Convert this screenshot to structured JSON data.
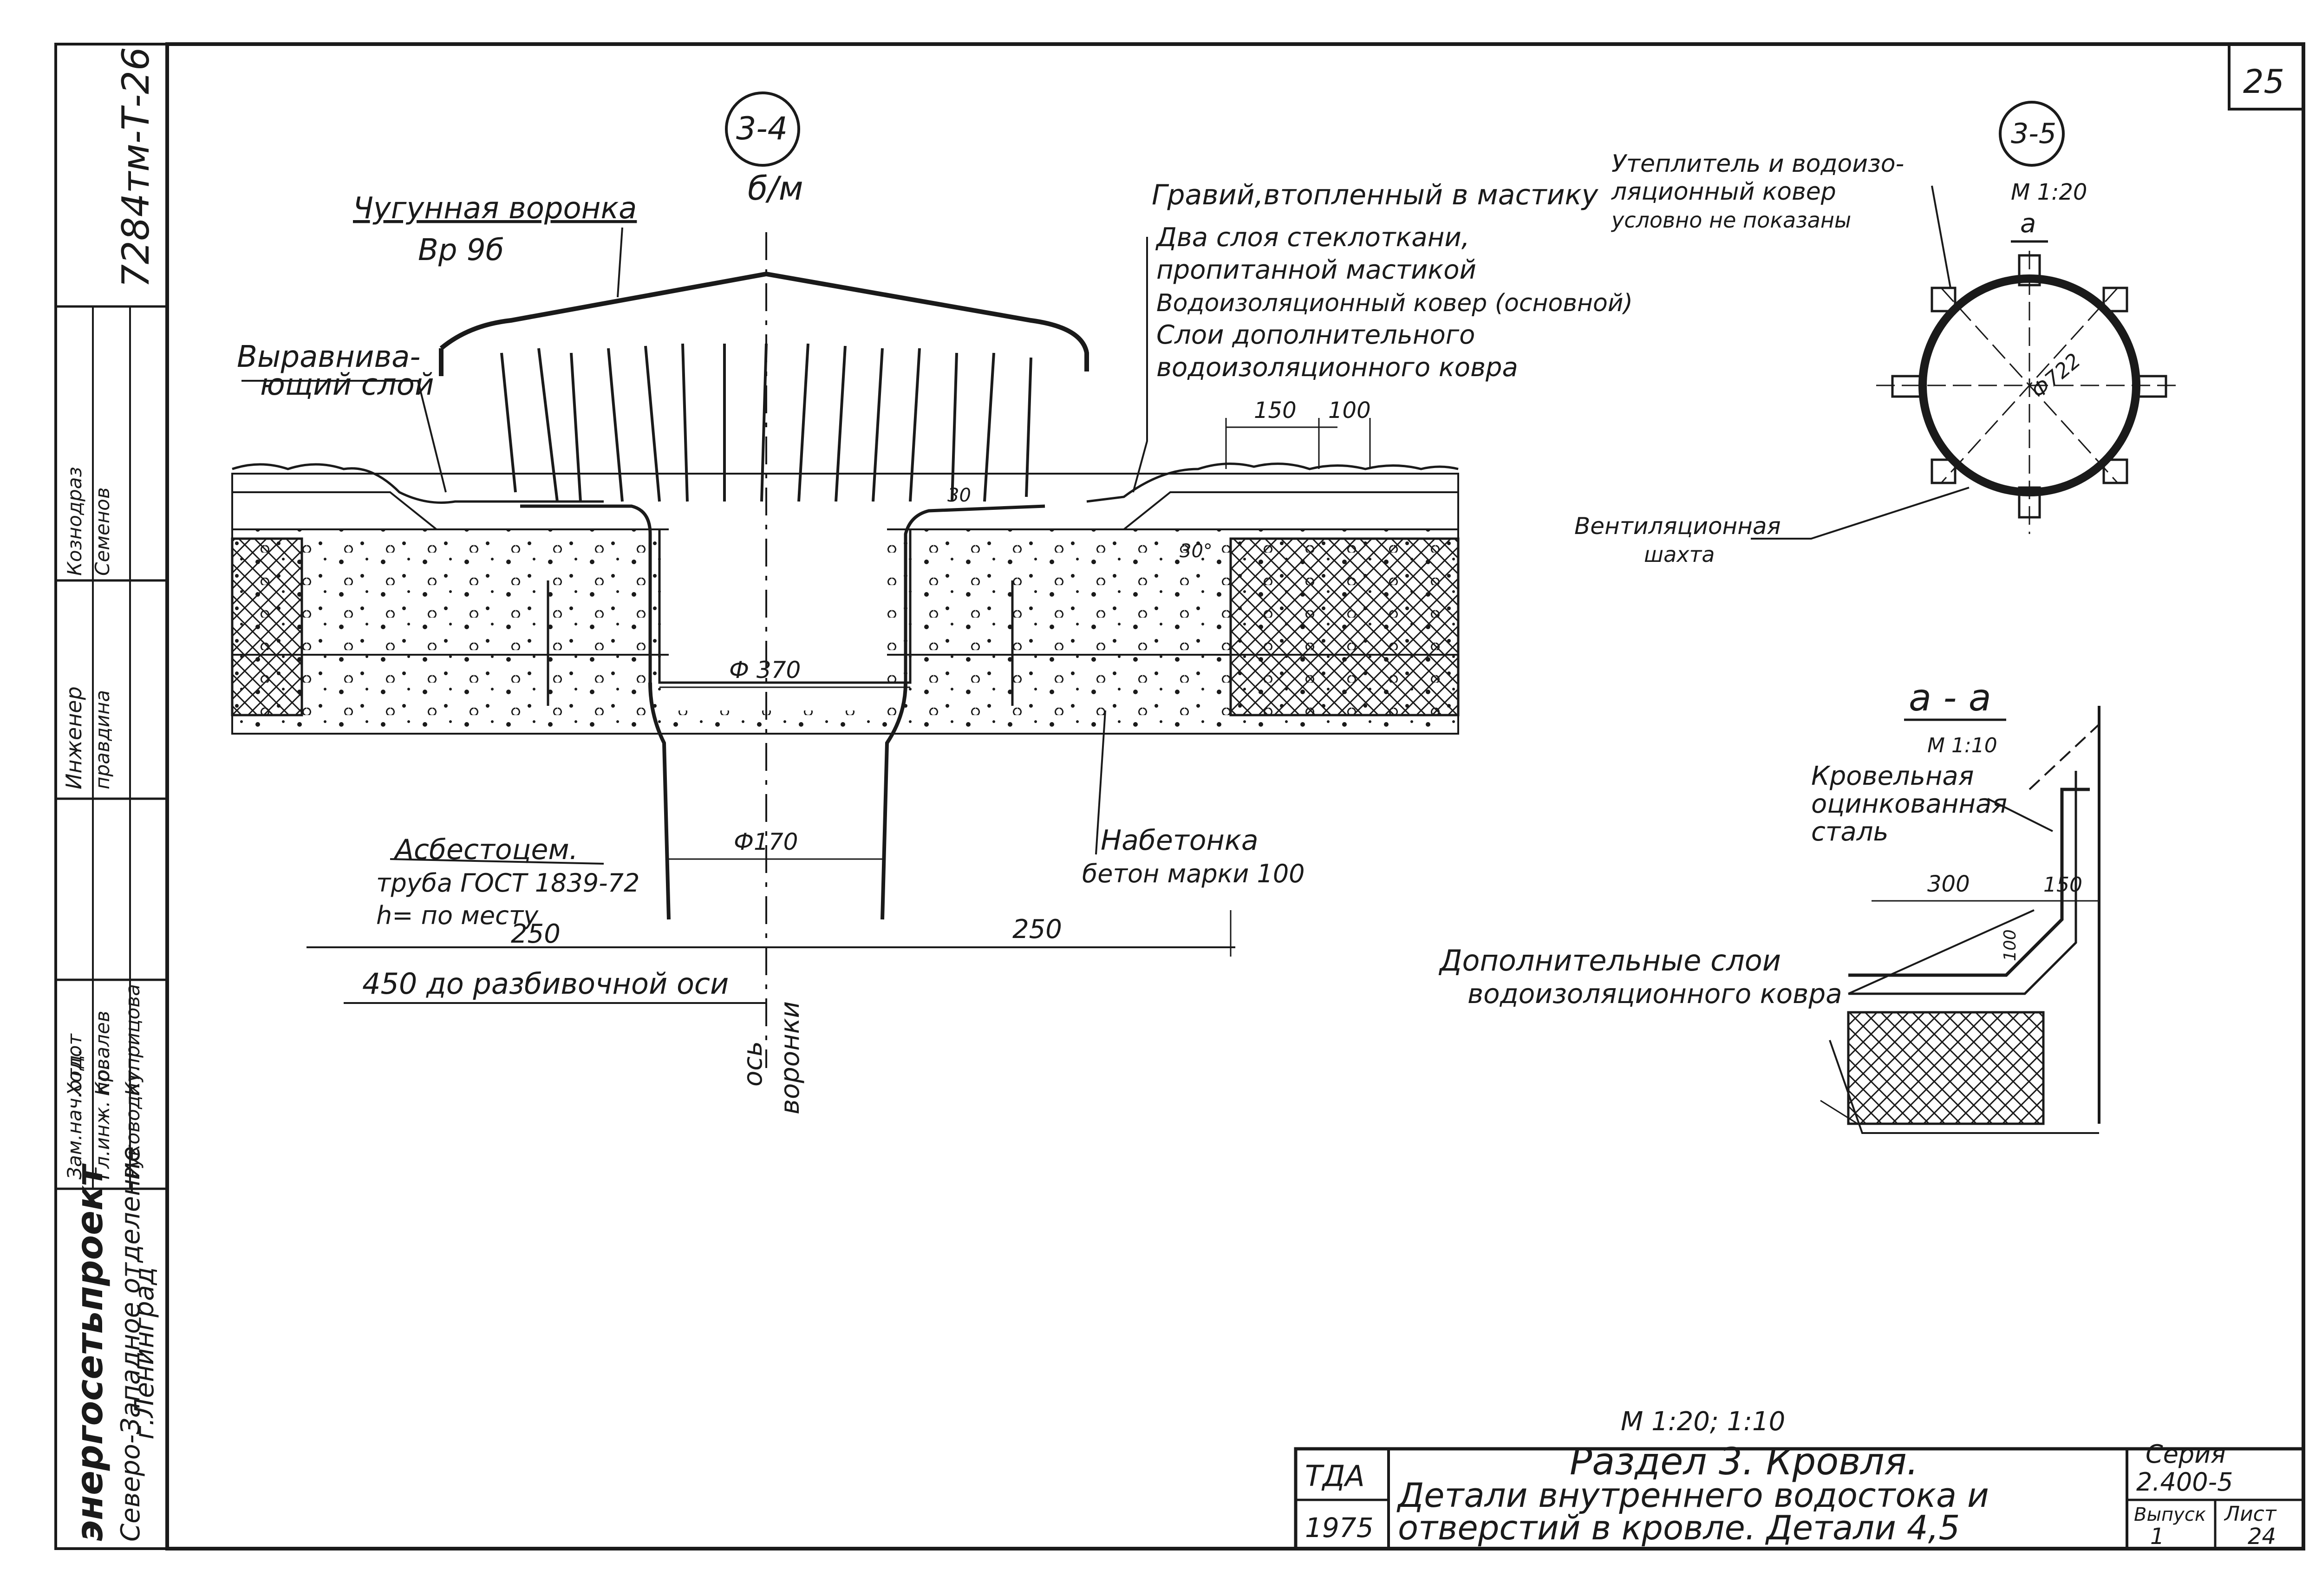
{
  "sheet_number": "25",
  "stamp_vertical": {
    "doc_code": "7284тм-Т-26",
    "org_name": "энергосетьпроект",
    "org_branch": "Северо-Западное отделение",
    "org_city": "г.Ленинград",
    "roles": [
      "Инженер",
      "Зам.нач.отд.",
      "Гл.инж. пр.",
      "Руководит."
    ],
    "names": [
      "правдина",
      "Ходот",
      "Ковалев",
      "Куприцова"
    ],
    "extra": [
      "Кознодраз",
      "Семенов"
    ]
  },
  "detail_3_4": {
    "tag": "3-4",
    "scale": "б/м",
    "funnel_label": "Чугунная воронка",
    "funnel_model": "Вр 9б",
    "leveling_label": "Выравнива-\nющий слой",
    "gravel_label": "Гравий,втопленный в мастику",
    "layers": [
      "Два слоя стеклоткани,",
      "пропитанной мастикой",
      "Водоизоляционный ковер (основной)",
      "Слои дополнительного",
      "водоизоляционного ковра"
    ],
    "dim_150": "150",
    "dim_100": "100",
    "dim_30": "30",
    "dim_30deg": "30°",
    "dia_370": "Ф 370",
    "dia_170": "Ф170",
    "pipe_label_1": "Асбестоцем.",
    "pipe_label_2": "труба ГОСТ 1839-72",
    "pipe_label_3": "h= по месту",
    "concrete_label_1": "Набетонка",
    "concrete_label_2": "бетон марки 100",
    "dim_250_left": "250",
    "dim_250_right": "250",
    "axis_offset_label": "450 до разбивочной оси",
    "axis_label_1": "ось",
    "axis_label_2": "воронки"
  },
  "detail_3_5": {
    "tag": "3-5",
    "scale": "М 1:20",
    "cut_mark": "а",
    "note_1": "Утеплитель и водоизо-",
    "note_2": "ляционный ковер",
    "note_3": "условно не показаны",
    "diameter": "Ф722",
    "shaft_label_1": "Вентиляционная",
    "shaft_label_2": "шахта"
  },
  "section_a_a": {
    "title": "а - а",
    "scale": "М 1:10",
    "steel_label_1": "Кровельная",
    "steel_label_2": "оцинкованная",
    "steel_label_3": "сталь",
    "dim_300": "300",
    "dim_150": "150",
    "dim_100": "100",
    "extra_layers_1": "Дополнительные слои",
    "extra_layers_2": "водоизоляционного ковра"
  },
  "title_block": {
    "scale_note": "М 1:20; 1:10",
    "code": "ТДА",
    "year": "1975",
    "title_1": "Раздел 3. Кровля.",
    "title_2": "Детали внутреннего водостока и",
    "title_3": "отверстий в кровле. Детали 4,5",
    "series_label": "Серия",
    "series_value": "2.400-5",
    "issue_label": "Выпуск",
    "issue_value": "1",
    "sheet_label": "Лист",
    "sheet_value": "24"
  }
}
